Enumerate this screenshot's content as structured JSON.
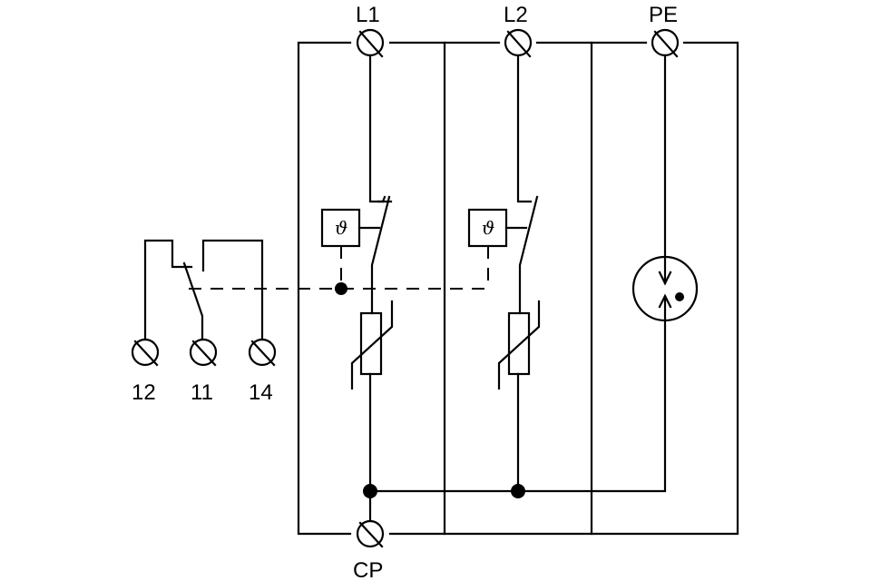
{
  "diagram": {
    "type": "electrical-schematic",
    "description": "Surge protection device with thermal disconnectors and remote signalling contact",
    "terminals": {
      "l1": "L1",
      "l2": "L2",
      "pe": "PE",
      "cp": "CP",
      "contact_12": "12",
      "contact_11": "11",
      "contact_14": "14"
    },
    "thermal_symbol": "ϑ",
    "components": [
      {
        "id": "thermal-disconnector-l1",
        "label": "ϑ"
      },
      {
        "id": "thermal-disconnector-l2",
        "label": "ϑ"
      },
      {
        "id": "varistor-l1"
      },
      {
        "id": "varistor-l2"
      },
      {
        "id": "spark-gap-pe"
      },
      {
        "id": "signalling-contact"
      }
    ],
    "colors": {
      "line": "#000000",
      "background": "#ffffff"
    }
  }
}
